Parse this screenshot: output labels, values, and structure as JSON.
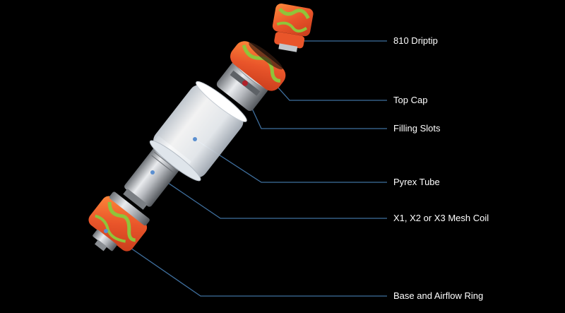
{
  "colors": {
    "background": "#000000",
    "leader_line": "#3f6f9e",
    "label_text": "#ffffff",
    "resin_orange": "#f0642a",
    "resin_green": "#8fc43a",
    "steel": "#c9cbcf",
    "glass": "#e8ecf0"
  },
  "callouts": [
    {
      "id": "driptip",
      "label": "810 Driptip"
    },
    {
      "id": "top_cap",
      "label": "Top Cap"
    },
    {
      "id": "filling_slots",
      "label": "Filling Slots"
    },
    {
      "id": "pyrex_tube",
      "label": "Pyrex Tube"
    },
    {
      "id": "mesh_coil",
      "label": "X1, X2 or X3 Mesh Coil"
    },
    {
      "id": "base_ring",
      "label": "Base and Airflow Ring"
    }
  ]
}
